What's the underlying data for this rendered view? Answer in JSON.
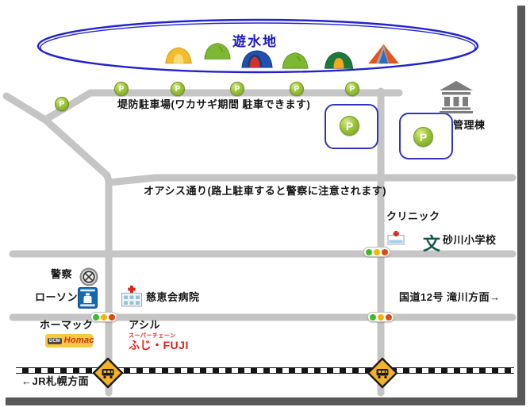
{
  "map": {
    "pond": {
      "label": "遊水地",
      "outline_color": "#2323cc",
      "tents": [
        {
          "name": "yellow-dome-tent",
          "color": "#f2bc2e"
        },
        {
          "name": "green-dome-tent",
          "color": "#7cb832"
        },
        {
          "name": "blue-tent-red-door",
          "color": "#2050b0"
        },
        {
          "name": "green-dome-tent-2",
          "color": "#7cb832"
        },
        {
          "name": "dark-green-tent-orange-door",
          "color": "#1e7a3b"
        },
        {
          "name": "orange-frame-tent",
          "color": "#e8541e"
        }
      ]
    },
    "parking": {
      "marker_letter": "P",
      "road_label": "堤防駐車場(ワカサギ期間 駐車できます)"
    },
    "streets": {
      "oasis_label": "オアシス通り(路上駐車すると警察に注意されます)",
      "route12_label": "国道12号 滝川方面→",
      "jr_label": "←JR札幌方面"
    },
    "places": {
      "management": "管理棟",
      "clinic": "クリニック",
      "school": "砂川小学校",
      "school_symbol": "文",
      "police": "警察",
      "lawson": "ローソン",
      "hospital": "慈恵会病院",
      "homac": "ホーマック",
      "ashiru": "アシル"
    },
    "logos": {
      "homac_badge": "DCM",
      "homac_text": "Homac",
      "fuji_small_text": "スーパーチェーン",
      "fuji_text": "ふじ・FUJI"
    },
    "colors": {
      "road": "#c5c5c5",
      "pond_outline": "#2323cc",
      "parking_green": "#8ab82e",
      "parking_box_outline": "#3434bb",
      "traffic_green": "#3dbb2a",
      "traffic_yellow": "#f2b705",
      "traffic_red": "#e0490f",
      "crossing_yellow": "#f3b229",
      "school_teal": "#14594a",
      "lawson_blue": "#1767ad",
      "homac_yellow": "#f6c93f",
      "brand_red": "#d42a1e",
      "railroad_black": "#151515",
      "shadow": "#595959"
    }
  }
}
